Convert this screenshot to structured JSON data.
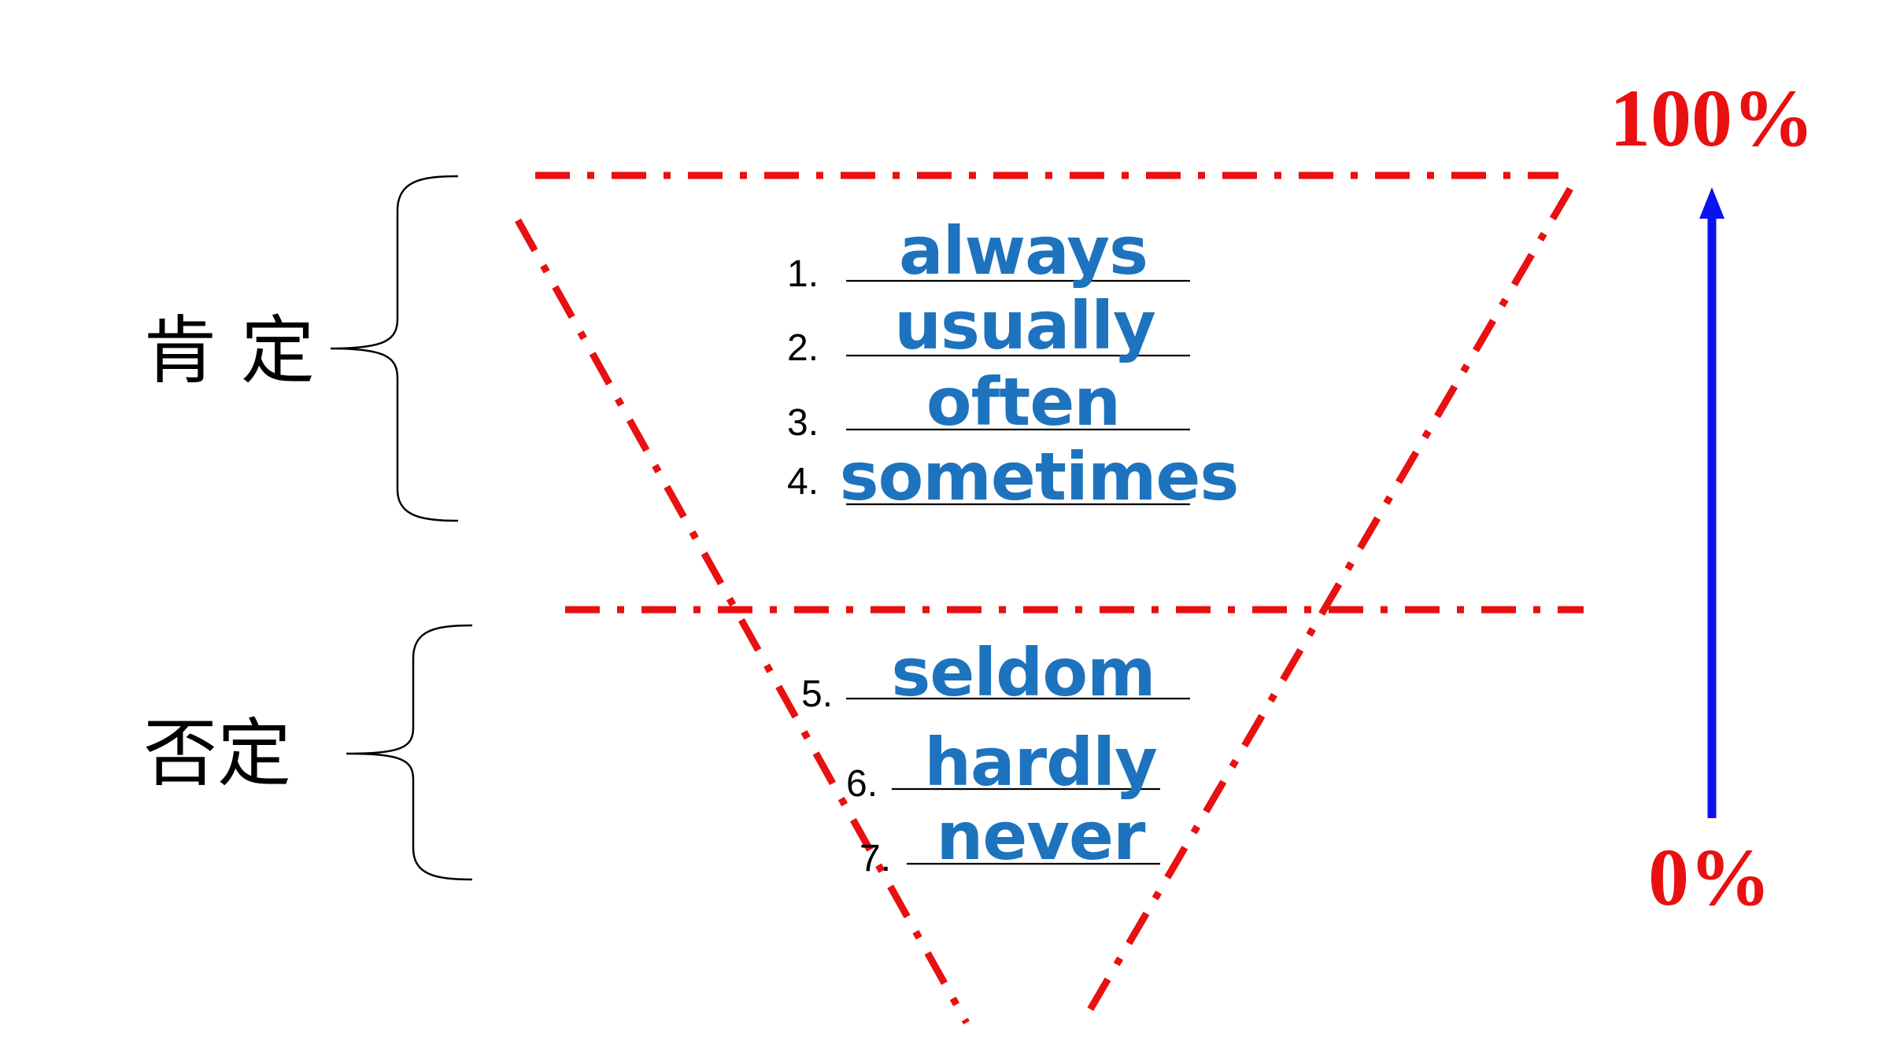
{
  "colors": {
    "dashed_lines": "#e81010",
    "answer_text": "#1e73be",
    "arrow": "#0a12ee",
    "percent_labels": "#e81010",
    "ink": "#000000"
  },
  "groups": {
    "positive_label": "肯 定",
    "negative_label": "否定"
  },
  "scale": {
    "top_label": "100%",
    "bottom_label": "0%",
    "arrow_direction": "up"
  },
  "items": [
    {
      "number": "1.",
      "word": "always"
    },
    {
      "number": "2.",
      "word": "usually"
    },
    {
      "number": "3.",
      "word": "often"
    },
    {
      "number": "4.",
      "word": "sometimes"
    },
    {
      "number": "5.",
      "word": "seldom"
    },
    {
      "number": "6.",
      "word": "hardly"
    },
    {
      "number": "7.",
      "word": "never"
    }
  ]
}
